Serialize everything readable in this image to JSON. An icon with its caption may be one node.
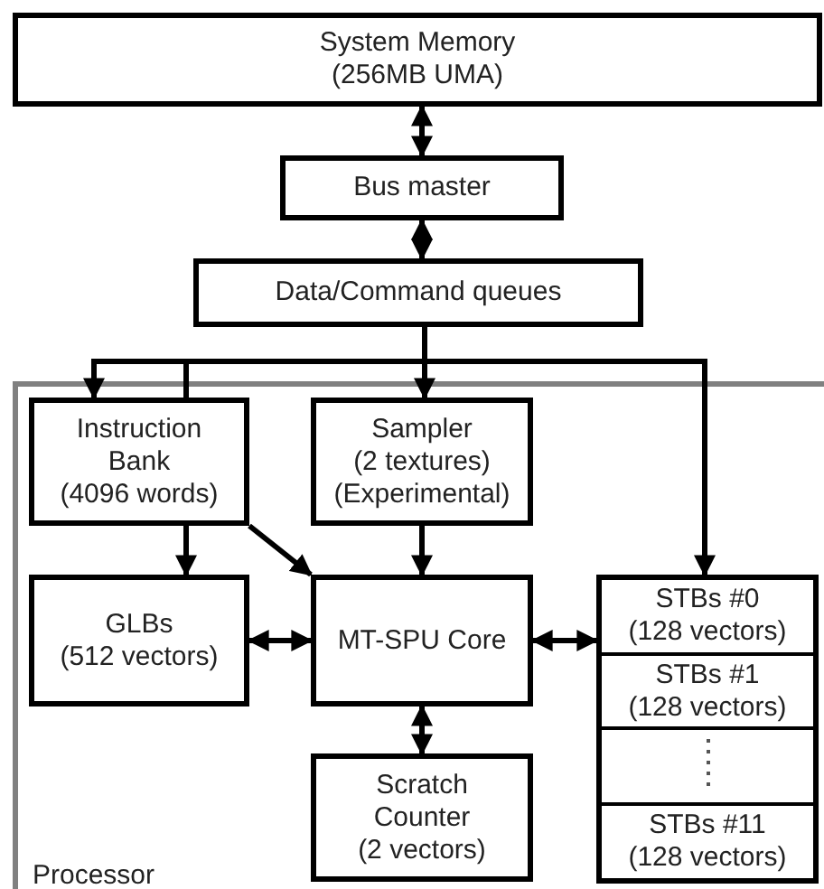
{
  "diagram": {
    "nodes": [
      {
        "text": [
          "System Memory",
          "(256MB UMA)"
        ]
      },
      {
        "text": [
          "Bus master"
        ]
      },
      {
        "text": [
          "Data/Command queues"
        ]
      },
      {
        "text": [
          "Processor"
        ]
      },
      {
        "text": [
          "Instruction Bank",
          "(4096 words)"
        ],
        "in": 3
      },
      {
        "text": [
          "Sampler",
          "(2 textures)",
          "(Experimental)"
        ],
        "in": 3
      },
      {
        "text": [
          "GLBs",
          "(512 vectors)"
        ],
        "in": 3
      },
      {
        "text": [
          "MT-SPU Core"
        ],
        "in": 3
      },
      {
        "text": [
          "Scratch Counter",
          "(2 vectors)"
        ],
        "in": 3
      },
      {
        "text": [],
        "shape": "box",
        "in": 3
      },
      {
        "text": [
          "STBs #0",
          "(128 vectors)"
        ],
        "in": 9
      },
      {
        "text": [
          "STBs #1",
          "(128 vectors)"
        ],
        "in": 9
      },
      {
        "text": [],
        "shape": "box",
        "in": 9
      },
      {
        "text": [
          "STBs #11",
          "(128 vectors)"
        ],
        "in": 9
      }
    ],
    "edges": [
      {
        "from": 0,
        "to": 1,
        "arrow": "both"
      },
      {
        "from": 1,
        "to": 2,
        "arrow": "both"
      },
      {
        "from": 2,
        "to": 4,
        "arrow": "to"
      },
      {
        "from": 2,
        "to": 5,
        "arrow": "to"
      },
      {
        "from": 2,
        "to": 9,
        "arrow": "to"
      },
      {
        "from": 4,
        "to": 6,
        "arrow": "to"
      },
      {
        "from": 4,
        "to": 7,
        "arrow": "to"
      },
      {
        "from": 5,
        "to": 7,
        "arrow": "to"
      },
      {
        "from": 6,
        "to": 7,
        "arrow": "both"
      },
      {
        "from": 7,
        "to": 9,
        "arrow": "both"
      },
      {
        "from": 7,
        "to": 8,
        "arrow": "both"
      }
    ]
  }
}
